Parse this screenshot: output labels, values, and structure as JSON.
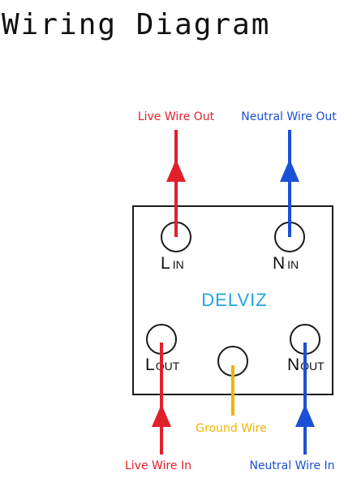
{
  "title": "Wiring Diagram",
  "device": {
    "brand": "DELVIZ",
    "brand_color": "#1ea5e3"
  },
  "terminals": {
    "l_in": {
      "main": "L",
      "sub": "IN"
    },
    "n_in": {
      "main": "N",
      "sub": "IN"
    },
    "l_out": {
      "main": "L",
      "sub": "OUT"
    },
    "n_out": {
      "main": "N",
      "sub": "OUT"
    }
  },
  "wires": {
    "live_out": {
      "label": "Live Wire Out",
      "color": "#e2202a"
    },
    "neutral_out": {
      "label": "Neutral Wire Out",
      "color": "#1b4fd6"
    },
    "live_in": {
      "label": "Live Wire In",
      "color": "#e2202a"
    },
    "neutral_in": {
      "label": "Neutral Wire In",
      "color": "#1b4fd6"
    },
    "ground": {
      "label": "Ground Wire",
      "color": "#f0b400"
    }
  }
}
